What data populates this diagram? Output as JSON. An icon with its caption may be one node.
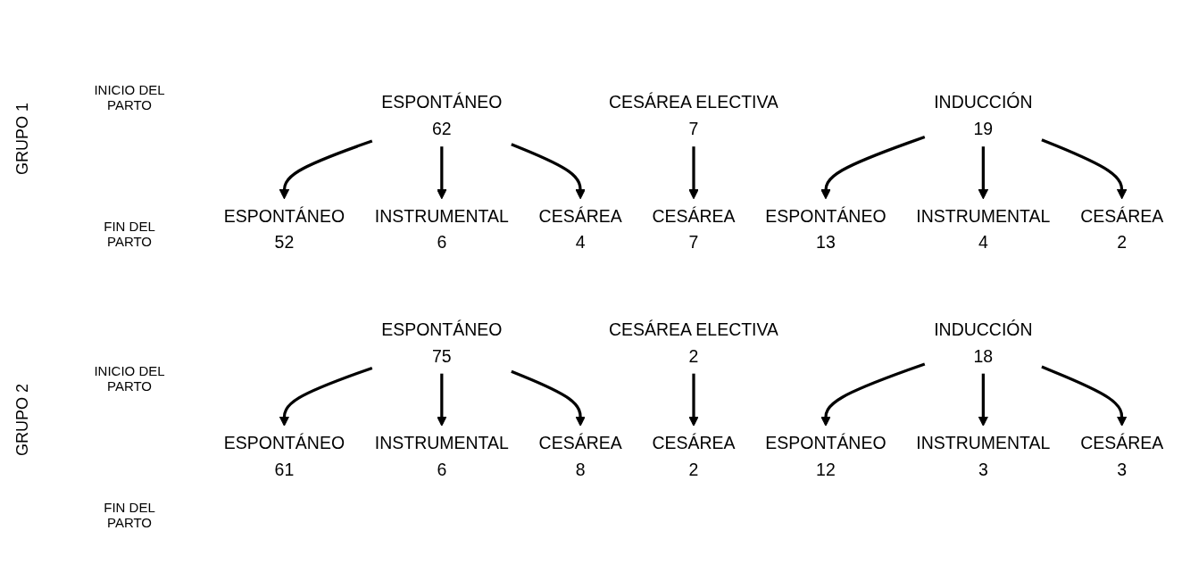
{
  "diagram": {
    "nodes": [
      {
        "text": [
          "ESPONTÁNEO",
          "62"
        ]
      },
      {
        "text": [
          "CESÁREA ELECTIVA",
          "7"
        ]
      },
      {
        "text": [
          "INDUCCIÓN",
          "19"
        ]
      },
      {
        "text": [
          "ESPONTÁNEO",
          "52"
        ]
      },
      {
        "text": [
          "INSTRUMENTAL",
          "6"
        ]
      },
      {
        "text": [
          "CESÁREA",
          "4"
        ]
      },
      {
        "text": [
          "CESÁREA",
          "7"
        ]
      },
      {
        "text": [
          "ESPONTÁNEO",
          "13"
        ]
      },
      {
        "text": [
          "INSTRUMENTAL",
          "4"
        ]
      },
      {
        "text": [
          "CESÁREA",
          "2"
        ]
      },
      {
        "text": [
          "ESPONTÁNEO",
          "75"
        ]
      },
      {
        "text": [
          "CESÁREA ELECTIVA",
          "2"
        ]
      },
      {
        "text": [
          "INDUCCIÓN",
          "18"
        ]
      },
      {
        "text": [
          "ESPONTÁNEO",
          "61"
        ]
      },
      {
        "text": [
          "INSTRUMENTAL",
          "6"
        ]
      },
      {
        "text": [
          "CESÁREA",
          "8"
        ]
      },
      {
        "text": [
          "CESÁREA",
          "2"
        ]
      },
      {
        "text": [
          "ESPONTÁNEO",
          "12"
        ]
      },
      {
        "text": [
          "INSTRUMENTAL",
          "3"
        ]
      },
      {
        "text": [
          "CESÁREA",
          "3"
        ]
      }
    ],
    "edges": [
      {
        "from": 0,
        "to": 3,
        "arrow": "to"
      },
      {
        "from": 0,
        "to": 4,
        "arrow": "to"
      },
      {
        "from": 0,
        "to": 5,
        "arrow": "to"
      },
      {
        "from": 1,
        "to": 6,
        "arrow": "to"
      },
      {
        "from": 2,
        "to": 7,
        "arrow": "to"
      },
      {
        "from": 2,
        "to": 8,
        "arrow": "to"
      },
      {
        "from": 2,
        "to": 9,
        "arrow": "to"
      },
      {
        "from": 10,
        "to": 13,
        "arrow": "to"
      },
      {
        "from": 10,
        "to": 14,
        "arrow": "to"
      },
      {
        "from": 10,
        "to": 15,
        "arrow": "to"
      },
      {
        "from": 11,
        "to": 16,
        "arrow": "to"
      },
      {
        "from": 12,
        "to": 17,
        "arrow": "to"
      },
      {
        "from": 12,
        "to": 18,
        "arrow": "to"
      },
      {
        "from": 12,
        "to": 19,
        "arrow": "to"
      }
    ],
    "labels": [
      "GRUPO 1",
      "INICIO DEL PARTO",
      "FIN DEL PARTO",
      "GRUPO 2",
      "INICIO DEL PARTO",
      "FIN DEL PARTO"
    ]
  }
}
